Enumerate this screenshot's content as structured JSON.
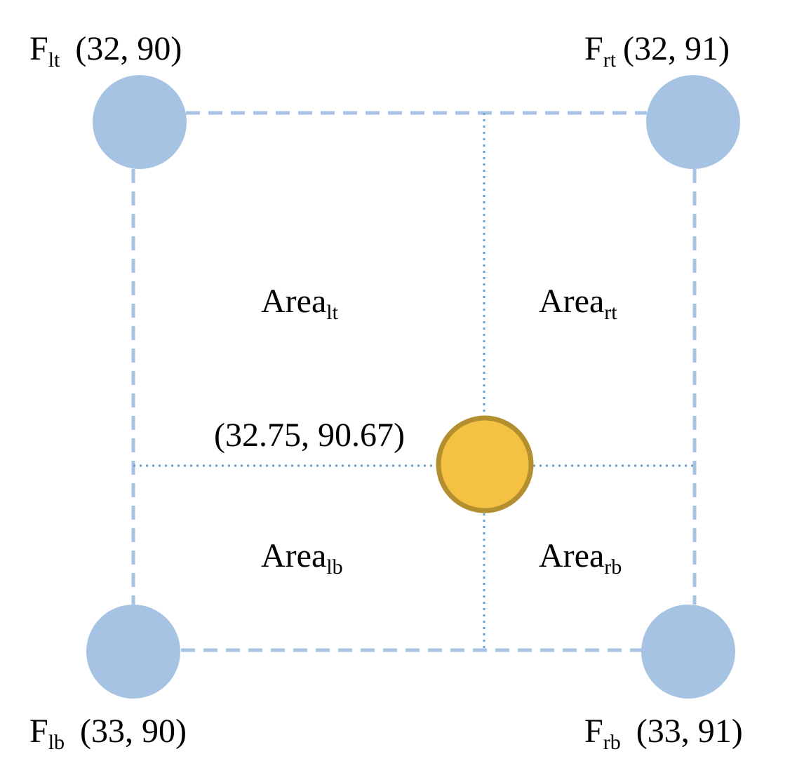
{
  "colors": {
    "corner_fill": "#a6c3e4",
    "center_fill": "#f5c142",
    "center_stroke": "#b48f30",
    "dashed_line": "#a6c3e4",
    "dotted_line": "#6f9ecf",
    "text": "#000000"
  },
  "corners": {
    "lt": {
      "symbol": "F",
      "sub": "lt",
      "coords": "(32,  90)"
    },
    "rt": {
      "symbol": "F",
      "sub": "rt",
      "coords": "(32,  91)"
    },
    "lb": {
      "symbol": "F",
      "sub": "lb",
      "coords": "(33,  90)"
    },
    "rb": {
      "symbol": "F",
      "sub": "rb",
      "coords": "(33,  91)"
    }
  },
  "areas": {
    "lt": {
      "base": "Area",
      "sub": "lt"
    },
    "rt": {
      "base": "Area",
      "sub": "rt"
    },
    "lb": {
      "base": "Area",
      "sub": "lb"
    },
    "rb": {
      "base": "Area",
      "sub": "rb"
    }
  },
  "center": {
    "coords": "(32.75,  90.67)"
  }
}
